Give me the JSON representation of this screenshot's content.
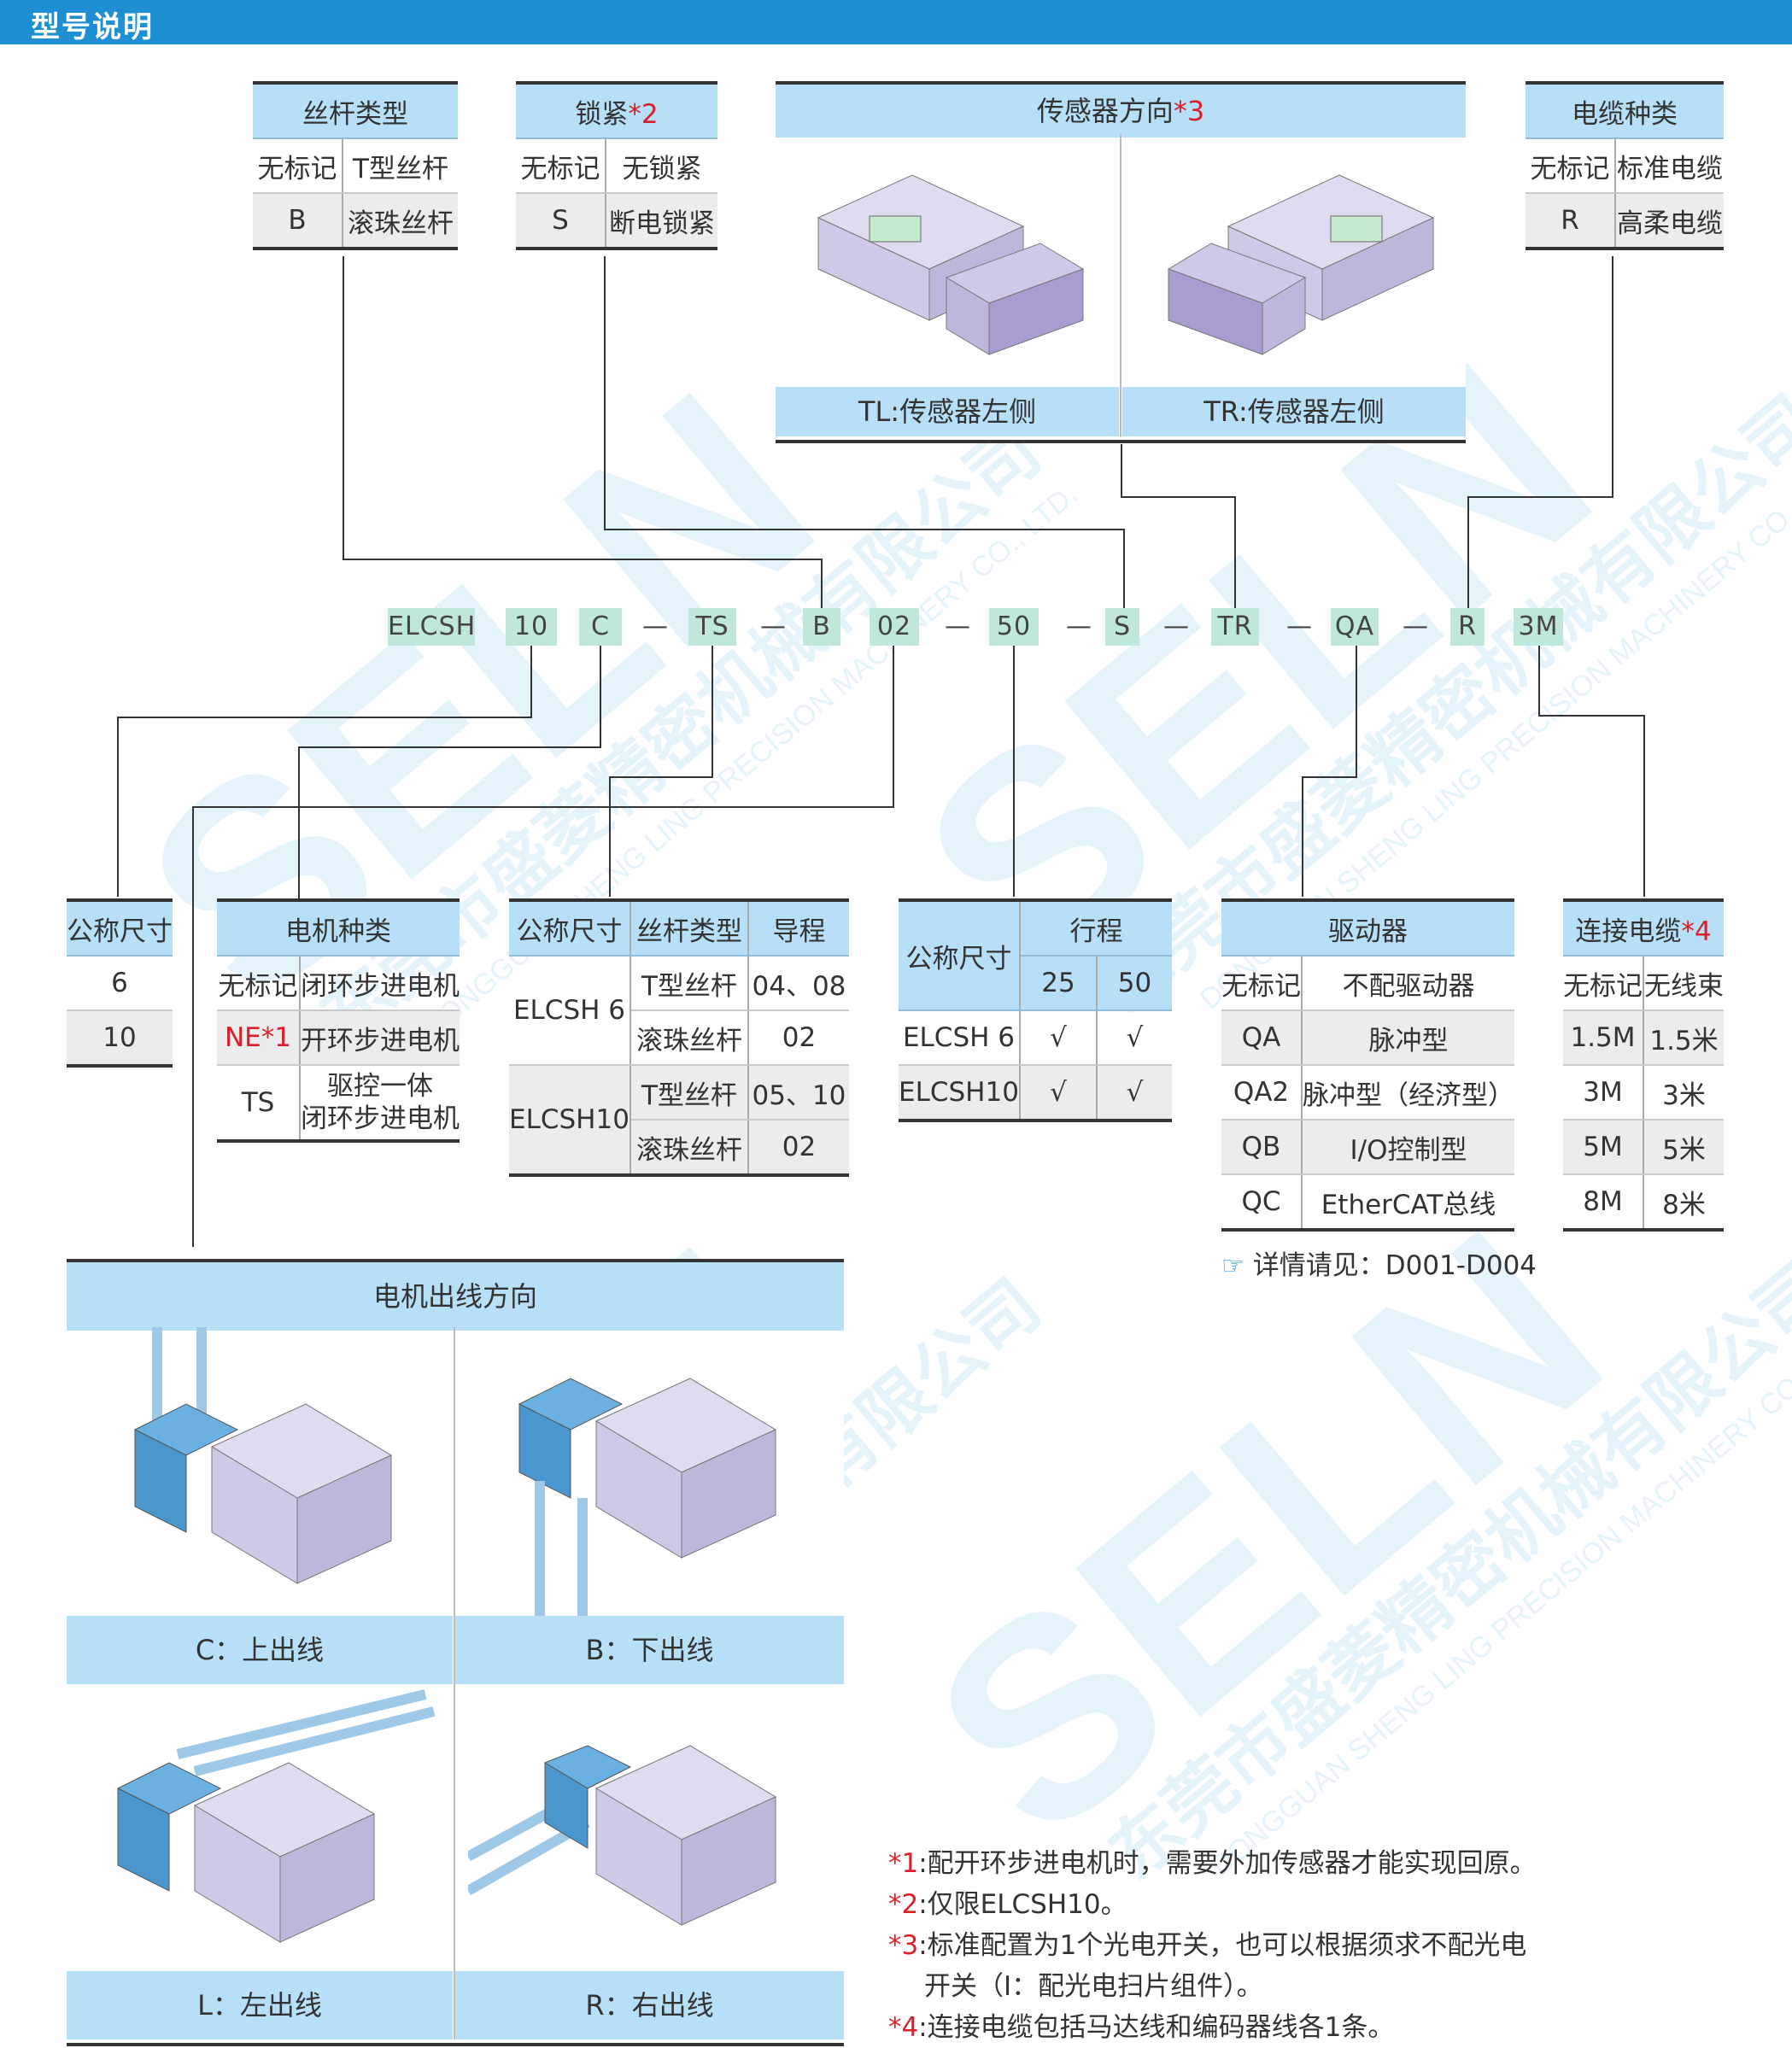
{
  "header": {
    "title": "型号说明"
  },
  "screw_type": {
    "title": "丝杆类型",
    "rows": [
      [
        "无标记",
        "T型丝杆"
      ],
      [
        "B",
        "滚珠丝杆"
      ]
    ]
  },
  "lock": {
    "title": "锁紧",
    "mark": "*2",
    "rows": [
      [
        "无标记",
        "无锁紧"
      ],
      [
        "S",
        "断电锁紧"
      ]
    ]
  },
  "sensor_dir": {
    "title": "传感器方向",
    "mark": "*3",
    "left": "TL:传感器左侧",
    "right": "TR:传感器左侧"
  },
  "cable_type": {
    "title": "电缆种类",
    "rows": [
      [
        "无标记",
        "标准电缆"
      ],
      [
        "R",
        "高柔电缆"
      ]
    ]
  },
  "model_code": [
    "ELCSH",
    "10",
    "C",
    "TS",
    "B",
    "02",
    "50",
    "S",
    "TR",
    "QA",
    "R",
    "3M"
  ],
  "dash": "—",
  "nominal": {
    "title": "公称尺寸",
    "rows": [
      "6",
      "10"
    ]
  },
  "motor": {
    "title": "电机种类",
    "rows": [
      [
        "无标记",
        "闭环步进电机"
      ],
      [
        "NE",
        "开环步进电机"
      ],
      [
        "TS",
        "驱控一体",
        "闭环步进电机"
      ]
    ],
    "ne_mark": "*1"
  },
  "lead": {
    "h1": "公称尺寸",
    "h2": "丝杆类型",
    "h3": "导程",
    "g1": "ELCSH 6",
    "g2": "ELCSH10",
    "rows": [
      [
        "T型丝杆",
        "04、08"
      ],
      [
        "滚珠丝杆",
        "02"
      ],
      [
        "T型丝杆",
        "05、10"
      ],
      [
        "滚珠丝杆",
        "02"
      ]
    ]
  },
  "stroke": {
    "h1": "公称尺寸",
    "h2": "行程",
    "s1": "25",
    "s2": "50",
    "rows": [
      [
        "ELCSH 6",
        "√",
        "√"
      ],
      [
        "ELCSH10",
        "√",
        "√"
      ]
    ]
  },
  "driver": {
    "title": "驱动器",
    "rows": [
      [
        "无标记",
        "不配驱动器"
      ],
      [
        "QA",
        "脉冲型"
      ],
      [
        "QA2",
        "脉冲型（经济型）"
      ],
      [
        "QB",
        "I/O控制型"
      ],
      [
        "QC",
        "EtherCAT总线"
      ]
    ],
    "ref": "详情请见：D001-D004"
  },
  "conn_cable": {
    "title": "连接电缆",
    "mark": "*4",
    "rows": [
      [
        "无标记",
        "无线束"
      ],
      [
        "1.5M",
        "1.5米"
      ],
      [
        "3M",
        "3米"
      ],
      [
        "5M",
        "5米"
      ],
      [
        "8M",
        "8米"
      ]
    ]
  },
  "motor_out": {
    "title": "电机出线方向",
    "c": "C：上出线",
    "b": "B：下出线",
    "l": "L：左出线",
    "r": "R：右出线"
  },
  "notes": [
    {
      "n": "*1",
      "t": ":配开环步进电机时，需要外加传感器才能实现回原。"
    },
    {
      "n": "*2",
      "t": ":仅限ELCSH10。"
    },
    {
      "n": "*3",
      "t": ":标准配置为1个光电开关，也可以根据须求不配光电"
    },
    {
      "n": "",
      "t": "开关（I：配光电扫片组件）。"
    },
    {
      "n": "*4",
      "t": ":连接电缆包括马达线和编码器线各1条。"
    }
  ],
  "watermark": {
    "brand": "SELN",
    "company": "东莞市盛菱精密机械有限公司",
    "english": "DONGGUAN SHENG LING PRECISION MACHINERY CO., LTD."
  },
  "colors": {
    "header": "#1f8fd4",
    "table_head": "#b7dff7",
    "code_box": "#bfe7dc",
    "mark": "#d9202a"
  }
}
